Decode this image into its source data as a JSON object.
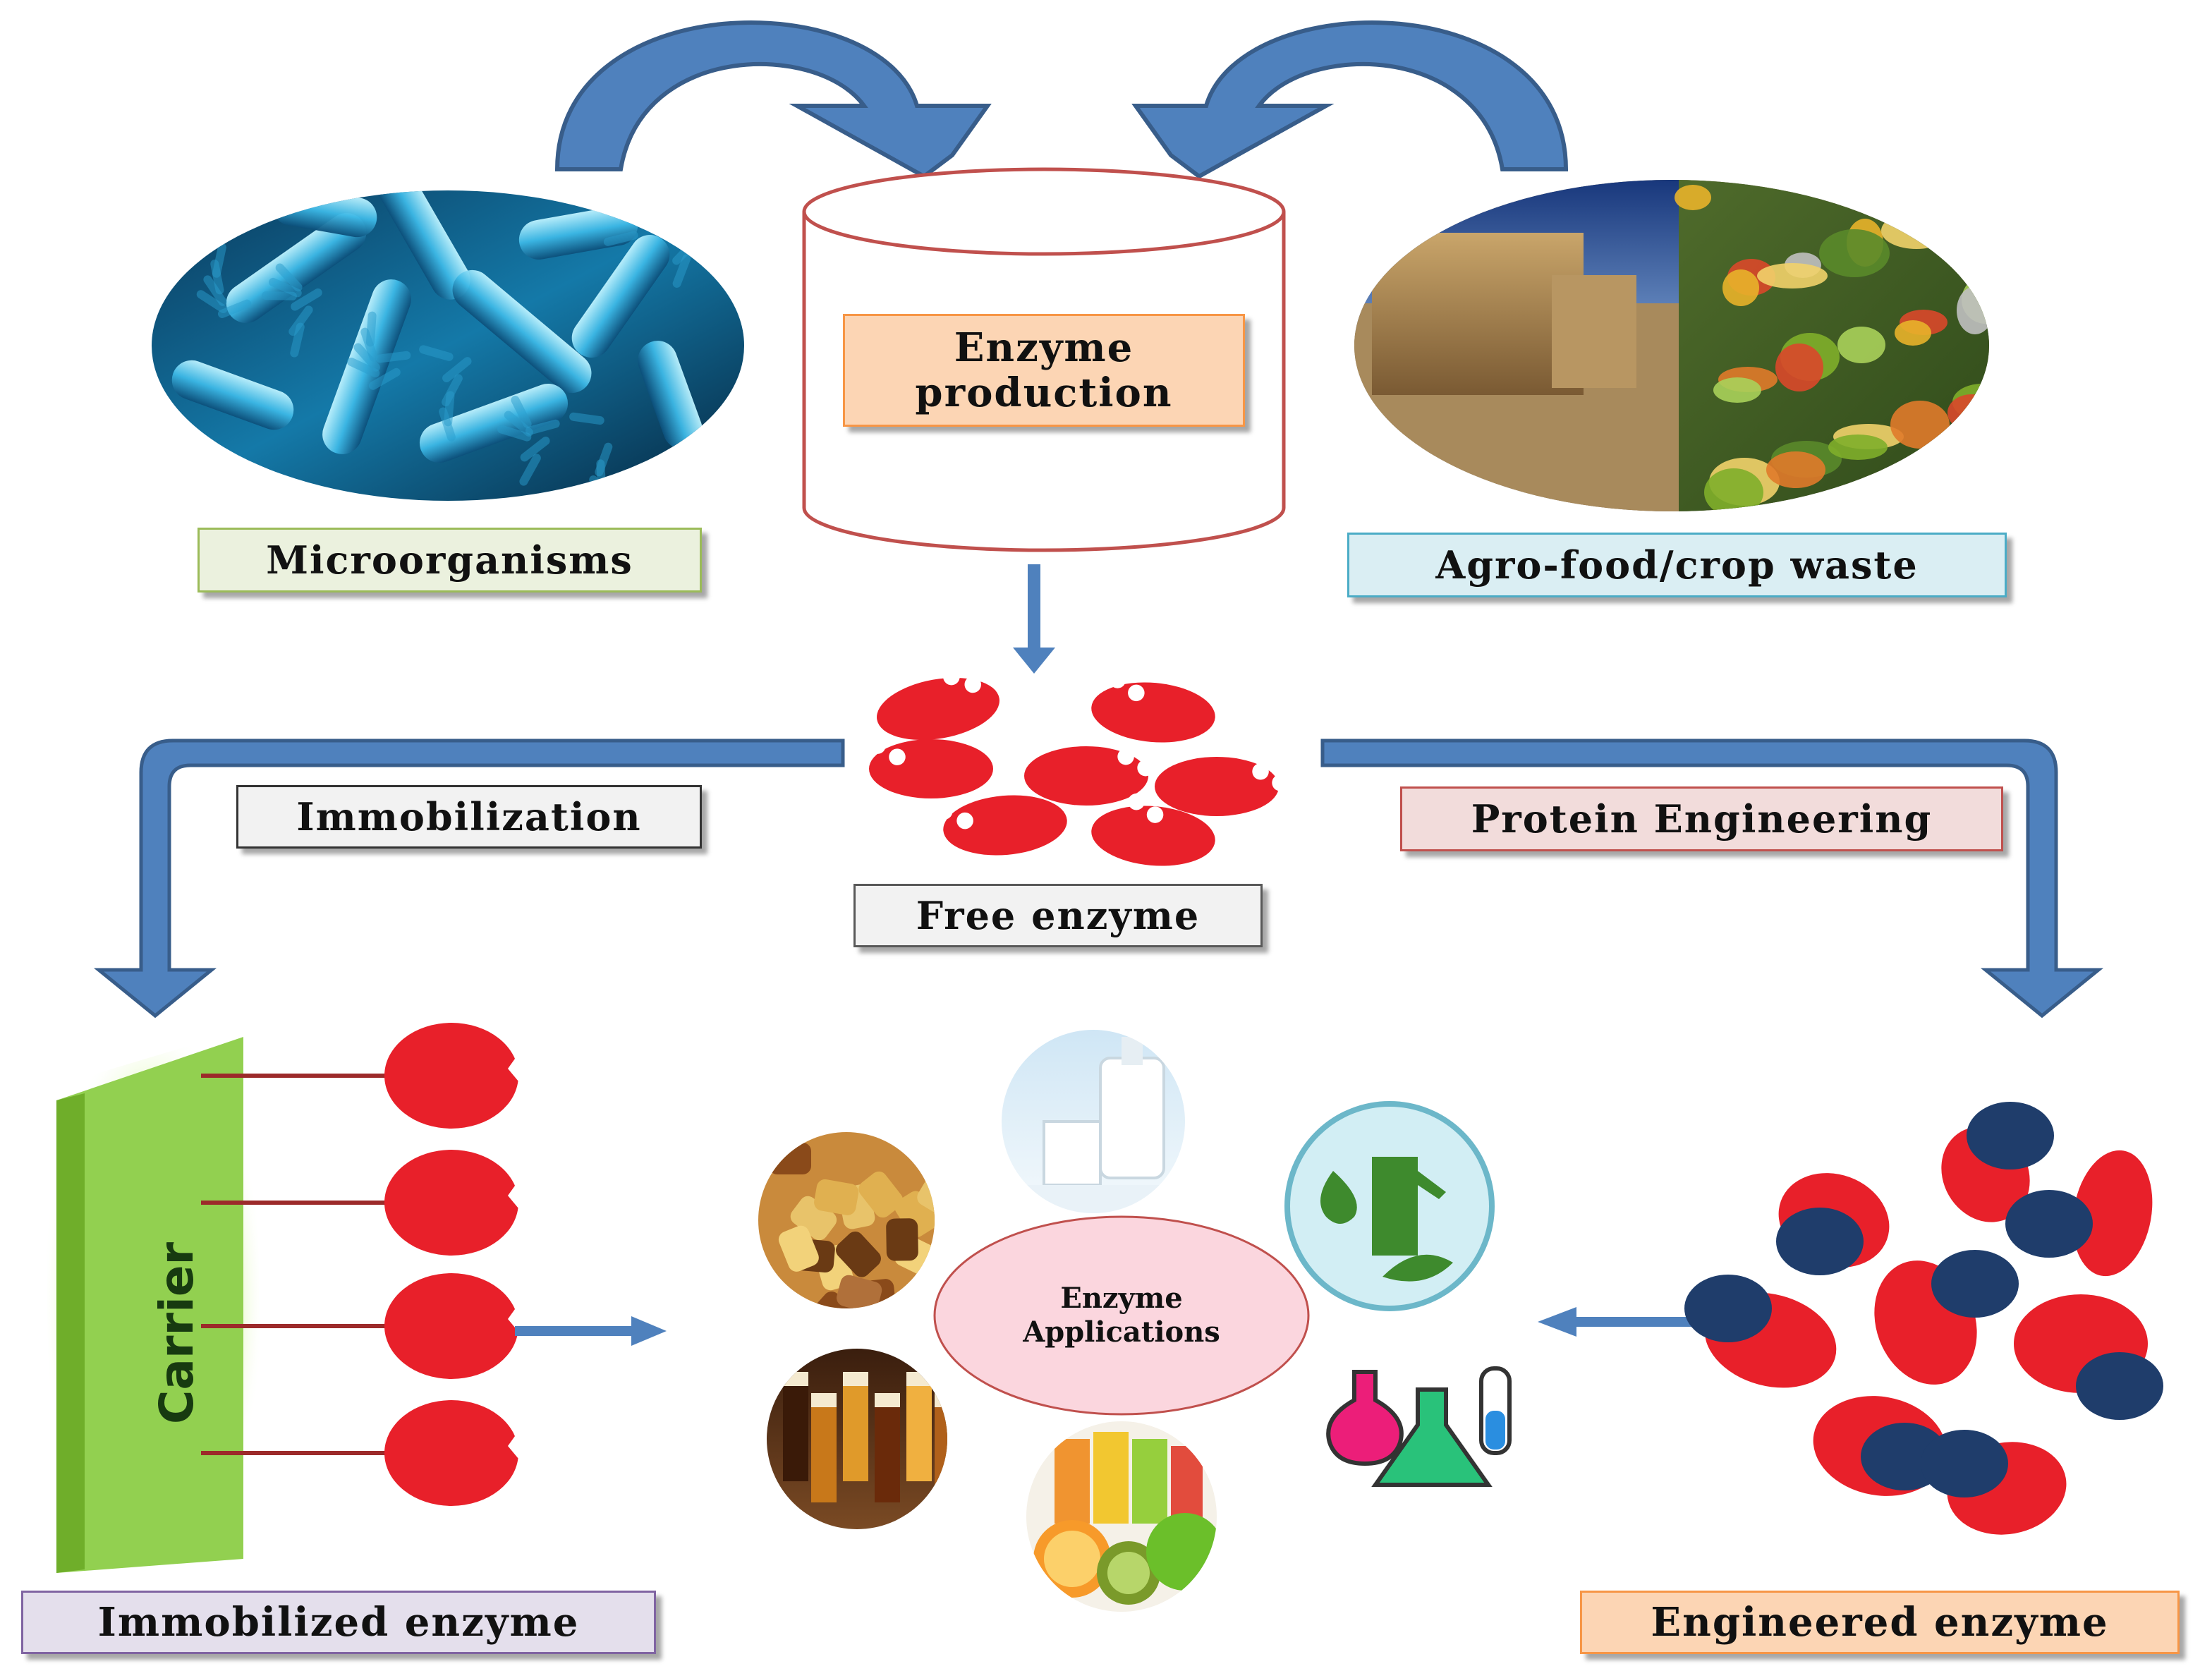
{
  "labels": {
    "enzyme_production_1": "Enzyme",
    "enzyme_production_2": "production",
    "microorganisms": "Microorganisms",
    "agro_food_waste": "Agro-food/crop waste",
    "immobilization": "Immobilization",
    "free_enzyme": "Free enzyme",
    "protein_engineering": "Protein Engineering",
    "carrier": "Carrier",
    "enzyme_applications_1": "Enzyme",
    "enzyme_applications_2": "Applications",
    "immobilized_enzyme": "Immobilized enzyme",
    "engineered_enzyme": "Engineered enzyme"
  },
  "colors": {
    "arrow_blue": "#4f81bd",
    "arrow_blue_dark": "#385d8a",
    "enzyme_red": "#e8202a",
    "engineered_patch": "#1f3d6b",
    "carrier_green": "#92d050",
    "cylinder_stroke": "#c0504d",
    "label_orange": "#fcd5b4",
    "label_green": "#ebf1de",
    "label_cyan": "#daeef3",
    "label_gray": "#f2f2f2",
    "label_pink": "#f2dcdb",
    "label_purple": "#e4dfec",
    "applications_pink": "#fbd6de"
  },
  "icons": [
    "bacteria-image",
    "crop-waste-image",
    "milk-image",
    "bakery-image",
    "biofuel-icon",
    "beer-image",
    "juice-image",
    "lab-flasks-icon"
  ]
}
